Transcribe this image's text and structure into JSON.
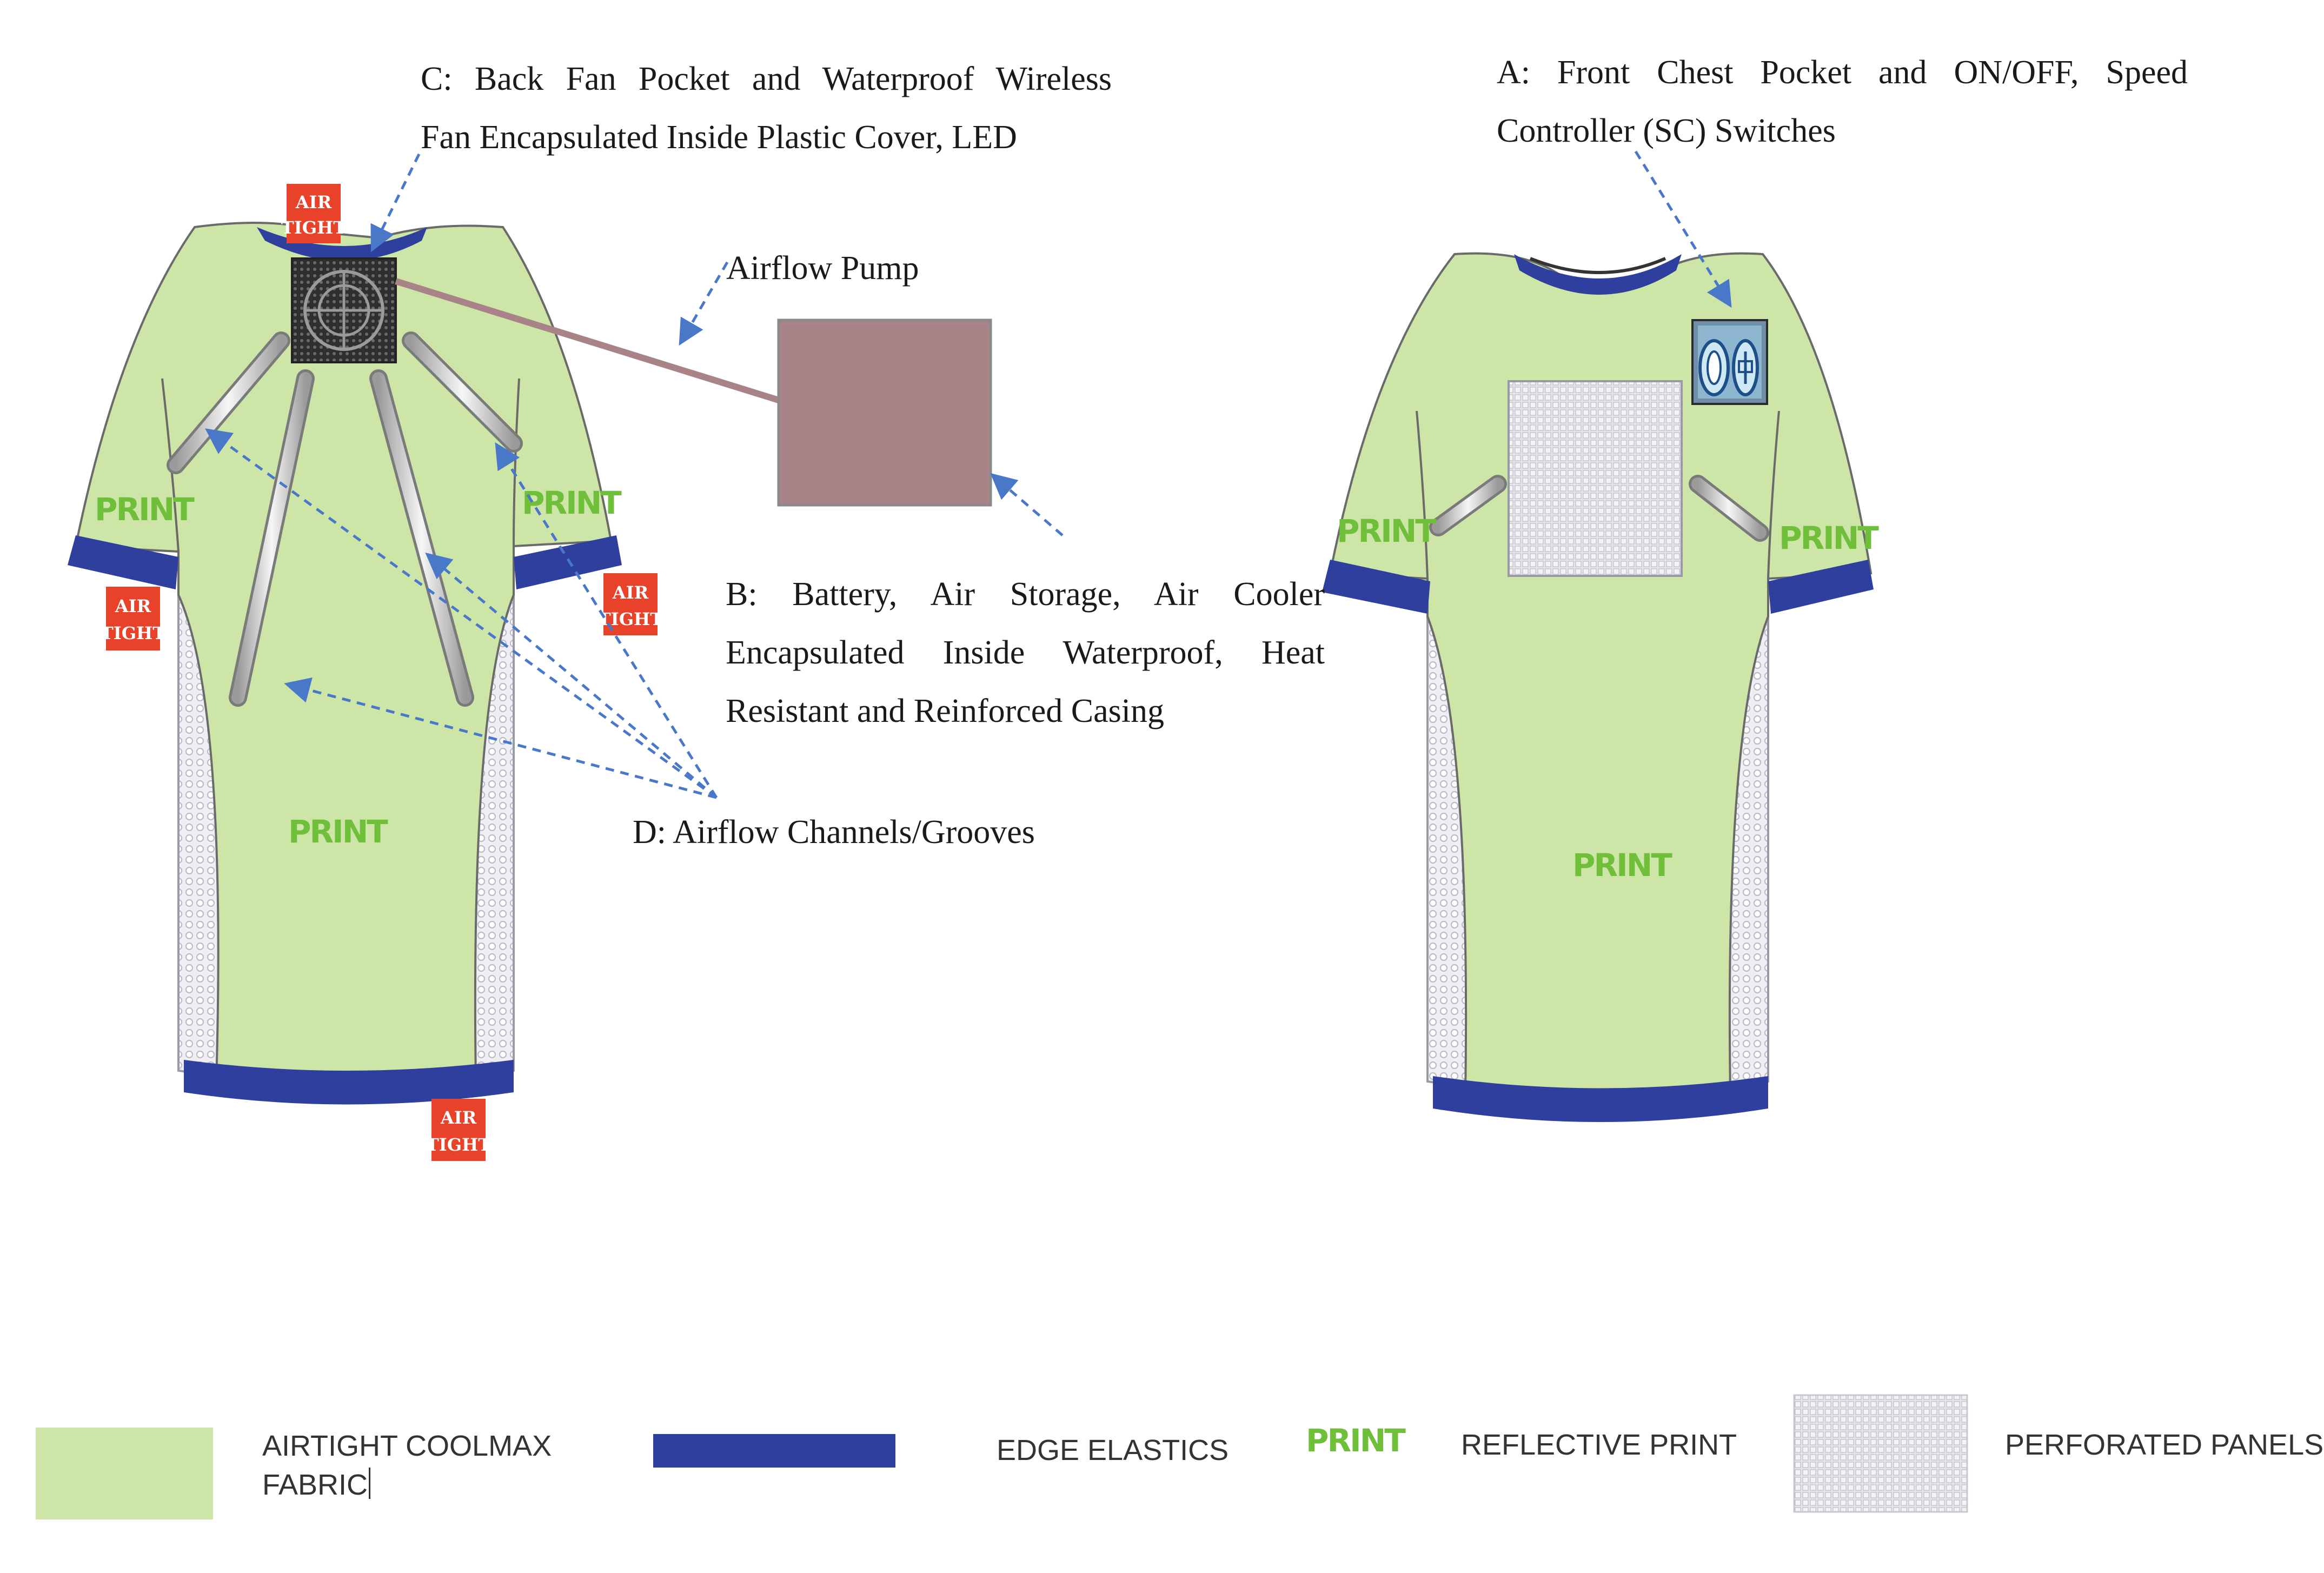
{
  "callouts": {
    "c": [
      "C: Back Fan Pocket and Waterproof Wireless",
      "Fan Encapsulated Inside Plastic Cover, LED"
    ],
    "a": [
      "A: Front Chest Pocket and ON/OFF, Speed",
      "Controller (SC) Switches"
    ],
    "pump": "Airflow Pump",
    "b": [
      "B: Battery, Air Storage, Air Cooler",
      "Encapsulated Inside Waterproof, Heat",
      "Resistant and Reinforced Casing"
    ],
    "d": "D: Airflow Channels/Grooves"
  },
  "tags": {
    "air_tight_line1": "AIR",
    "air_tight_line2": "TIGHT"
  },
  "garment_print": "PRINT",
  "legend": {
    "fabric_line1": "AIRTIGHT COOLMAX",
    "fabric_line2": "FABRIC",
    "elastics": "EDGE ELASTICS",
    "print_sample": "PRINT",
    "reflective": "REFLECTIVE PRINT",
    "perforated": "PERFORATED PANELS"
  },
  "colors": {
    "fabric": "#cde6a8",
    "elastic": "#2e3f9e",
    "print": "#6fbf3a",
    "tag": "#e8432a",
    "casing": "#a88489",
    "arrow": "#4a78c8",
    "perforated": "#e3e3ea"
  }
}
